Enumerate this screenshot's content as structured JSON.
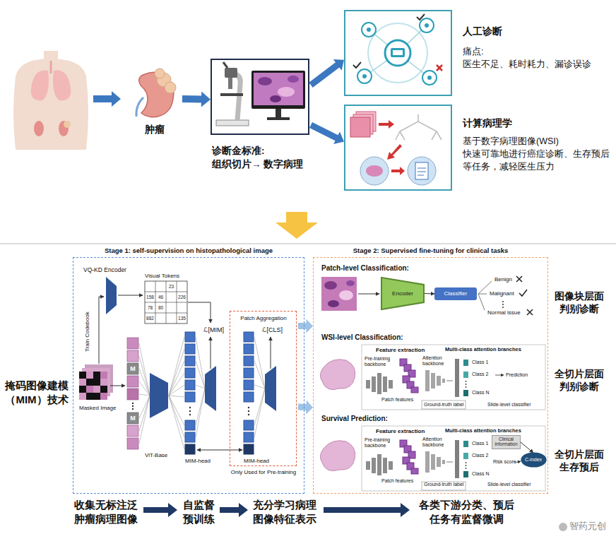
{
  "diagram": {
    "nodes": [
      {
        "text": [
          "肿瘤"
        ]
      },
      {
        "text": [
          "诊断金标准: 组织切片→ 数字病理"
        ]
      },
      {
        "text": [
          "人工诊断",
          "痛点:",
          "医生不足、耗时耗力、漏诊误诊"
        ]
      },
      {
        "text": [
          "计算病理学",
          "基于数字病理图像(WSI) 快速可靠地进行癌症诊断、生存预后 等任务，减轻医生压力"
        ]
      },
      {
        "text": [
          "Stage 1: self-supervision on histopathological image"
        ]
      },
      {
        "text": [
          "Patch Aggregation",
          "Only Used for Pre-training"
        ],
        "in": 4
      },
      {
        "text": [
          "Stage 2: Supervised fine-tuning for clinical tasks"
        ]
      },
      {
        "text": [
          "Encoder"
        ],
        "in": 6
      },
      {
        "text": [
          "Classifier"
        ],
        "in": 6
      },
      {
        "text": [
          "Clinical information"
        ],
        "in": 6
      },
      {
        "text": [
          "C-index"
        ],
        "in": 6
      }
    ],
    "edges": [
      {
        "from": 0,
        "to": 1,
        "arrow": "to"
      },
      {
        "from": 1,
        "to": 2,
        "arrow": "to"
      },
      {
        "from": 1,
        "to": 3,
        "arrow": "to"
      },
      {
        "from": 5,
        "to": 6,
        "arrow": "to"
      },
      {
        "from": 5,
        "to": 6,
        "arrow": "to"
      },
      {
        "from": 7,
        "to": 8,
        "arrow": "to"
      },
      {
        "from": 9,
        "to": 10,
        "arrow": "to"
      }
    ],
    "labels": [
      "掩码图像建模 （MIM）技术",
      "VQ-KD Encoder",
      "Visual Tokens",
      "23",
      "158",
      "46",
      "226",
      "78",
      "80",
      "882",
      "135",
      "Train Codebook",
      "M",
      "M",
      "Masked Image",
      "ViT-Base",
      "MIM-head",
      "MIM-head",
      "ℒ[MIM]",
      "ℒ[CLS]",
      "Patch-level Classification:",
      "Benign",
      "Malignant",
      "Normal issue",
      "WSI-level Classification:",
      "Feature extraction",
      "Multi-class attention branches",
      "Pre-training backbone",
      "Attention backbone",
      "Patch features",
      "Class 1",
      "Class 2",
      "Class N",
      "Prediction",
      "Ground-truth label",
      "Slide-level classifier",
      "Survival Prediction:",
      "Feature extraction",
      "Multi-class attention branches",
      "Pre-training backbone",
      "Attention backbone",
      "Patch features",
      "Class 1",
      "Class 2",
      "Class N",
      "Risk score",
      "Ground-truth label",
      "Slide-level classifier",
      "图像块层面 判别诊断",
      "全切片层面 判别诊断",
      "全切片层面 生存预后",
      "收集无标注泛 肿瘤病理图像",
      "自监督 预训练",
      "充分学习病理 图像特征表示",
      "各类下游分类、预后 任务有监督微调",
      "智药元创"
    ]
  }
}
